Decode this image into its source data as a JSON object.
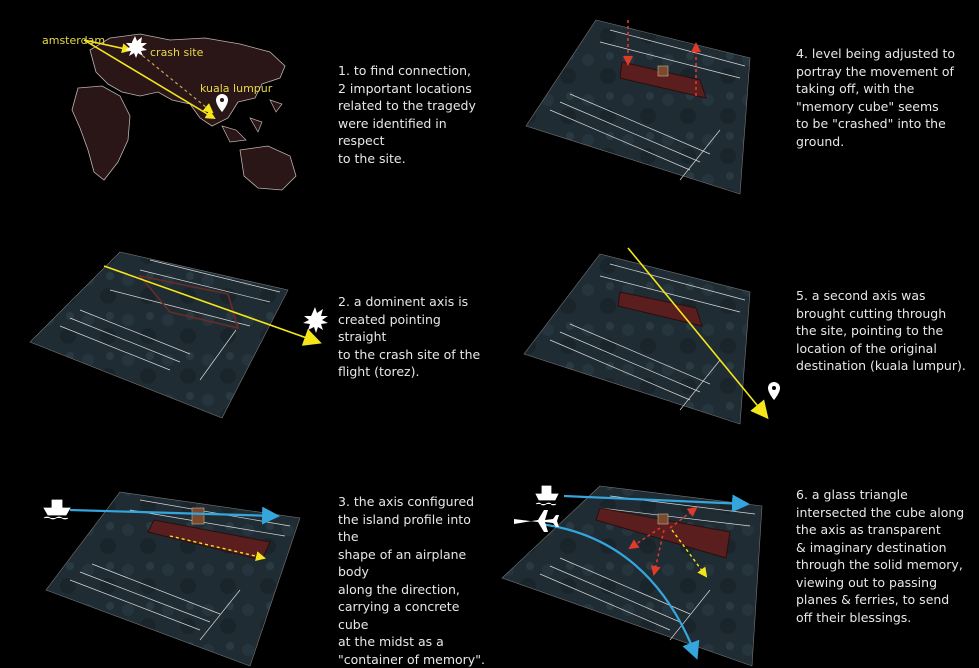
{
  "map": {
    "label_amsterdam": "amsterdam",
    "label_crash": "crash site",
    "label_kl": "kuala lumpur"
  },
  "steps": [
    {
      "text": "1. to find connection,\n2 important locations\nrelated to the tragedy\nwere identified in respect\nto the site."
    },
    {
      "text": "2. a dominent axis is\ncreated pointing straight\nto the crash site of the\nflight (torez)."
    },
    {
      "text": "3. the axis configured\nthe island profile into the\nshape of an airplane body\nalong the direction,\ncarrying a concrete cube\nat the midst as a\n\"container of memory\"."
    },
    {
      "text": "4. level being adjusted to\nportray the movement of\ntaking off, with the\n\"memory cube\" seems\nto be \"crashed\" into the\nground."
    },
    {
      "text": "5. a second axis was\nbrought cutting through\nthe site, pointing to the\nlocation of the original\ndestination (kuala lumpur)."
    },
    {
      "text": "6. a glass triangle\nintersected the cube along\nthe axis as transparent\n& imaginary destination\nthrough the solid memory,\nviewing out to passing\nplanes & ferries, to send\noff their blessings."
    }
  ],
  "colors": {
    "background": "#000000",
    "site": "#1f2c33",
    "line_white": "#d8d8d8",
    "axis_yellow": "#f5e61b",
    "axis_blue": "#35a6dd",
    "island": "#5a1e1e",
    "arrow_red": "#e03a2a",
    "land": "#2a1616"
  }
}
